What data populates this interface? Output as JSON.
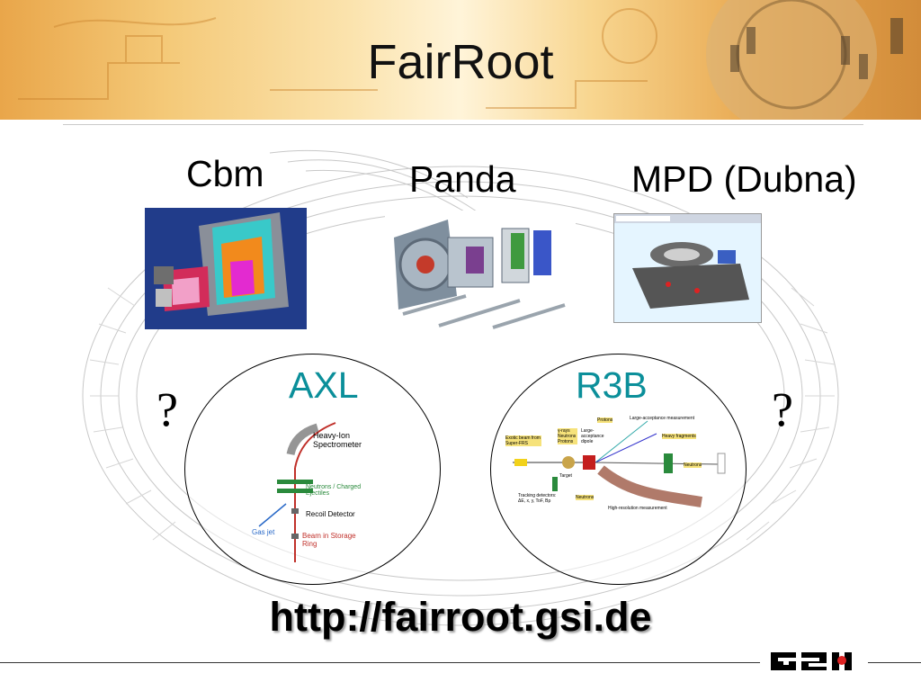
{
  "slide": {
    "title": "FairRoot",
    "url": "http://fairroot.gsi.de"
  },
  "experiments": [
    {
      "label": "Cbm"
    },
    {
      "label": "Panda"
    },
    {
      "label": "MPD (Dubna)"
    }
  ],
  "circles": {
    "axl": {
      "label": "AXL",
      "diagram_labels": [
        "Heavy-Ion Spectrometer",
        "Neutrons / Charged Ejectiles",
        "Recoil Detector",
        "Gas jet",
        "Beam in Storage Ring"
      ]
    },
    "r3b": {
      "label": "R3B",
      "diagram_labels": [
        "Exotic beam from Super-FRS",
        "γ-rays Neutrons Protons",
        "Target",
        "Large-acceptance dipole",
        "Protons",
        "Large-acceptance measurement",
        "Heavy fragments",
        "Neutrons",
        "Tracking detectors: ΔE, x, y, ToF, Bρ",
        "Neutrons",
        "High-resolution measurement"
      ]
    }
  },
  "question_marks": [
    "?",
    "?"
  ],
  "colors": {
    "accent_label": "#0b8f9a",
    "banner_orange": "#e9a64a"
  },
  "logo": {
    "text": "GSI",
    "icon": "gsi-logo"
  }
}
